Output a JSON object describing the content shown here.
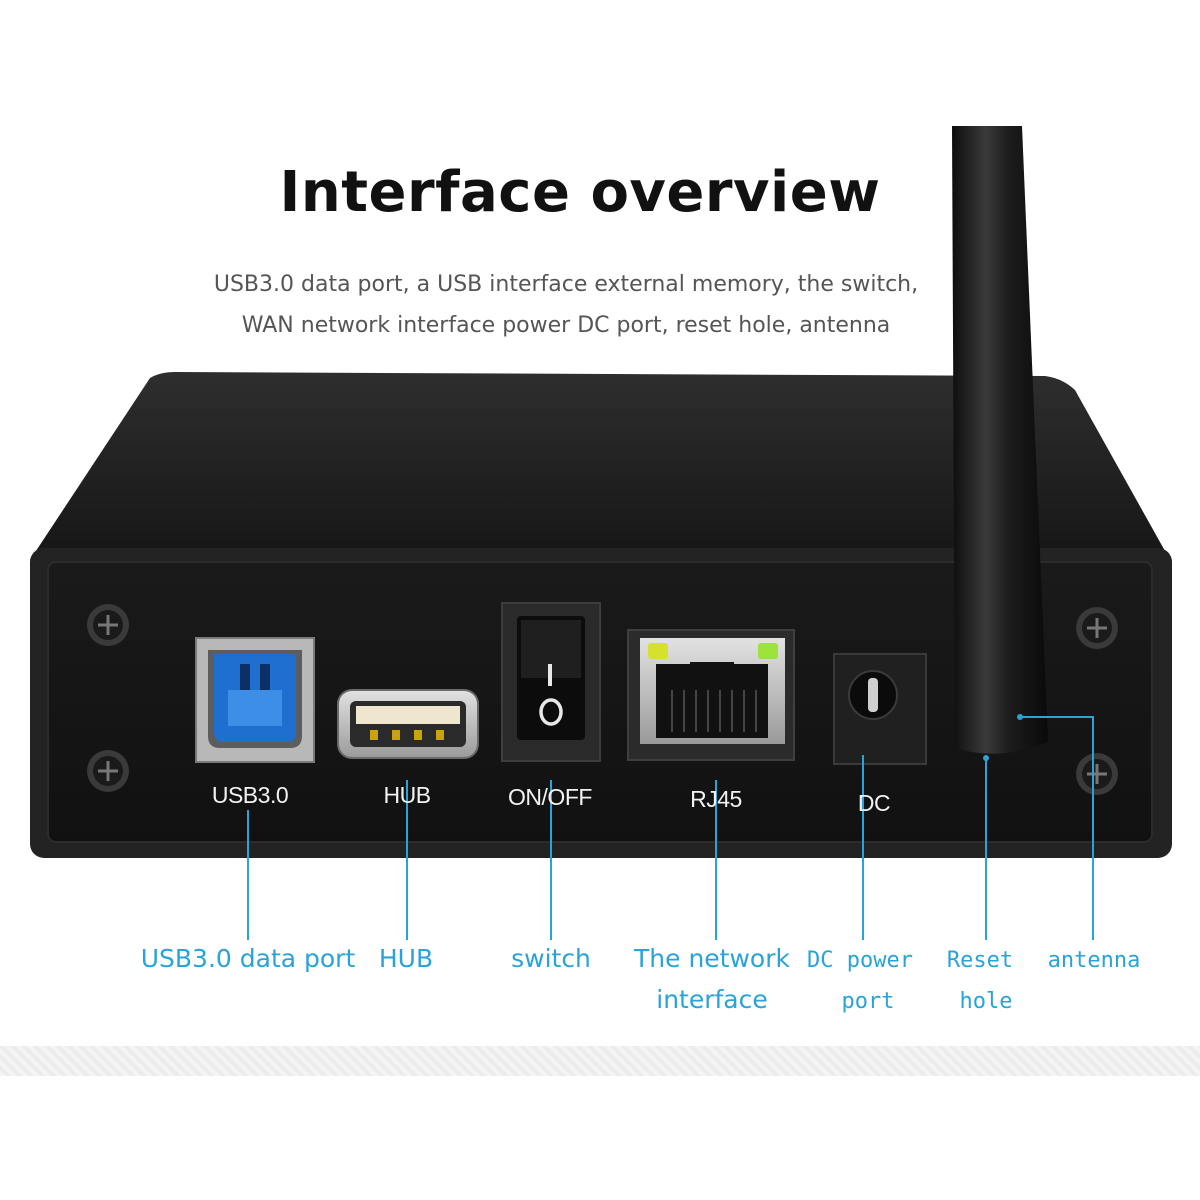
{
  "header": {
    "title": "Interface overview",
    "subtitle_line1": "USB3.0 data port, a USB interface external memory, the switch,",
    "subtitle_line2": "WAN network interface power DC port, reset hole, antenna"
  },
  "panel_labels": {
    "usb30": "USB3.0",
    "hub": "HUB",
    "onoff": "ON/OFF",
    "rj45": "RJ45",
    "dc": "DC"
  },
  "switch_marks": {
    "on": "I",
    "off": "O"
  },
  "callouts": {
    "usb30_data_port": "USB3.0 data port",
    "hub": "HUB",
    "switch": "switch",
    "network_line1": "The network",
    "network_line2": "interface",
    "dc_line1": "DC power",
    "dc_line2": "port",
    "reset_line1": "Reset",
    "reset_line2": "hole",
    "antenna": "antenna"
  },
  "colors": {
    "callout_accent": "#2aa3d9",
    "device_body": "#1d1d1d",
    "usb3_blue": "#1f6fd0",
    "led_green": "#9be23a"
  }
}
